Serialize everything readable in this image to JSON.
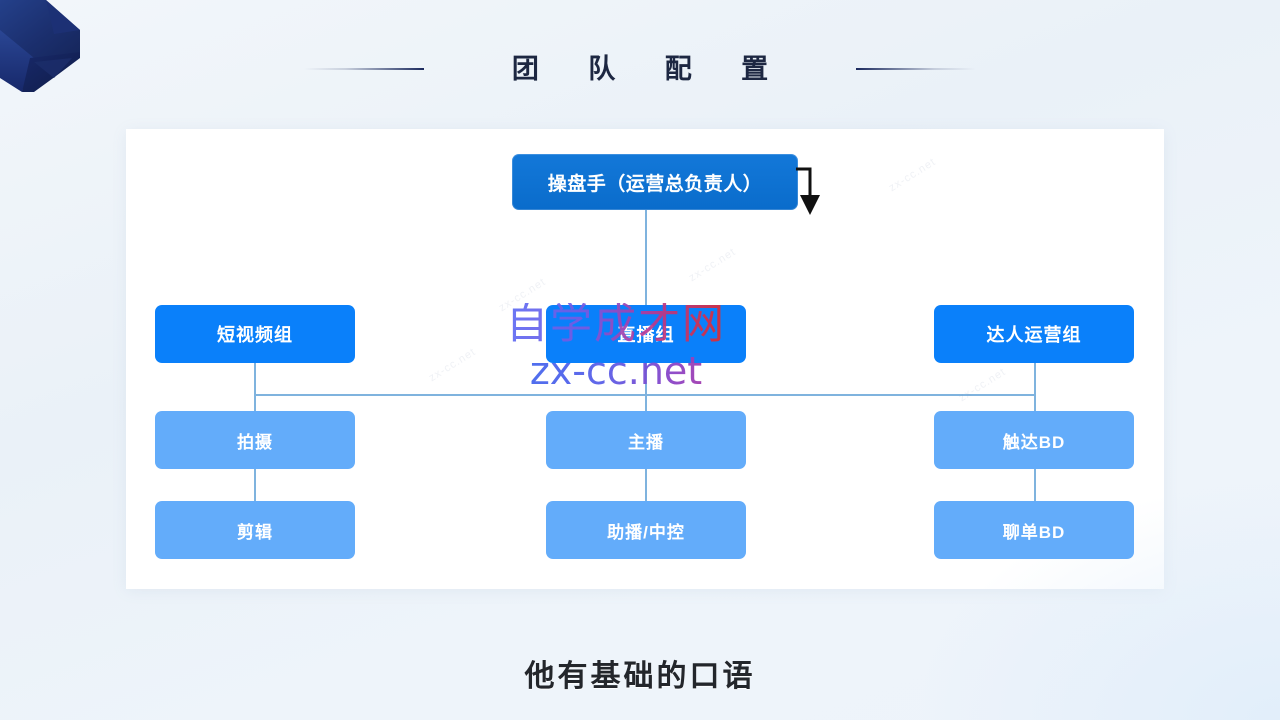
{
  "slide": {
    "title": "团  队  配  置",
    "caption": "他有基础的口语",
    "background_color": "#eef3f8",
    "card_color": "#ffffff",
    "accent_dark": "#1b2a5e"
  },
  "decor": {
    "ribbon_name": "origami-ribbon",
    "ribbon_color": "#1b2f6e",
    "ribbon_color_dark": "#142357",
    "rule_left": "divider-line-left",
    "rule_right": "divider-line-right"
  },
  "watermark": {
    "cn": "自学成才网",
    "url": "zx-cc.net",
    "ghost": "zx-cc.net"
  },
  "chart_data": {
    "type": "diagram",
    "title": "团队配置",
    "node_colors": {
      "root": "#0b72d6",
      "group": "#0a80fa",
      "leaf": "#63acfa",
      "connector": "#7fb3de",
      "pointer": "#111111"
    },
    "root": {
      "label": "操盘手（运营总负责人）"
    },
    "groups": [
      {
        "label": "短视频组",
        "children": [
          {
            "label": "拍摄"
          },
          {
            "label": "剪辑"
          }
        ]
      },
      {
        "label": "直播组",
        "children": [
          {
            "label": "主播"
          },
          {
            "label": "助播/中控"
          }
        ]
      },
      {
        "label": "达人运营组",
        "children": [
          {
            "label": "触达BD"
          },
          {
            "label": "聊单BD"
          }
        ]
      }
    ],
    "annotation": {
      "name": "down-arrow-pointer"
    }
  }
}
